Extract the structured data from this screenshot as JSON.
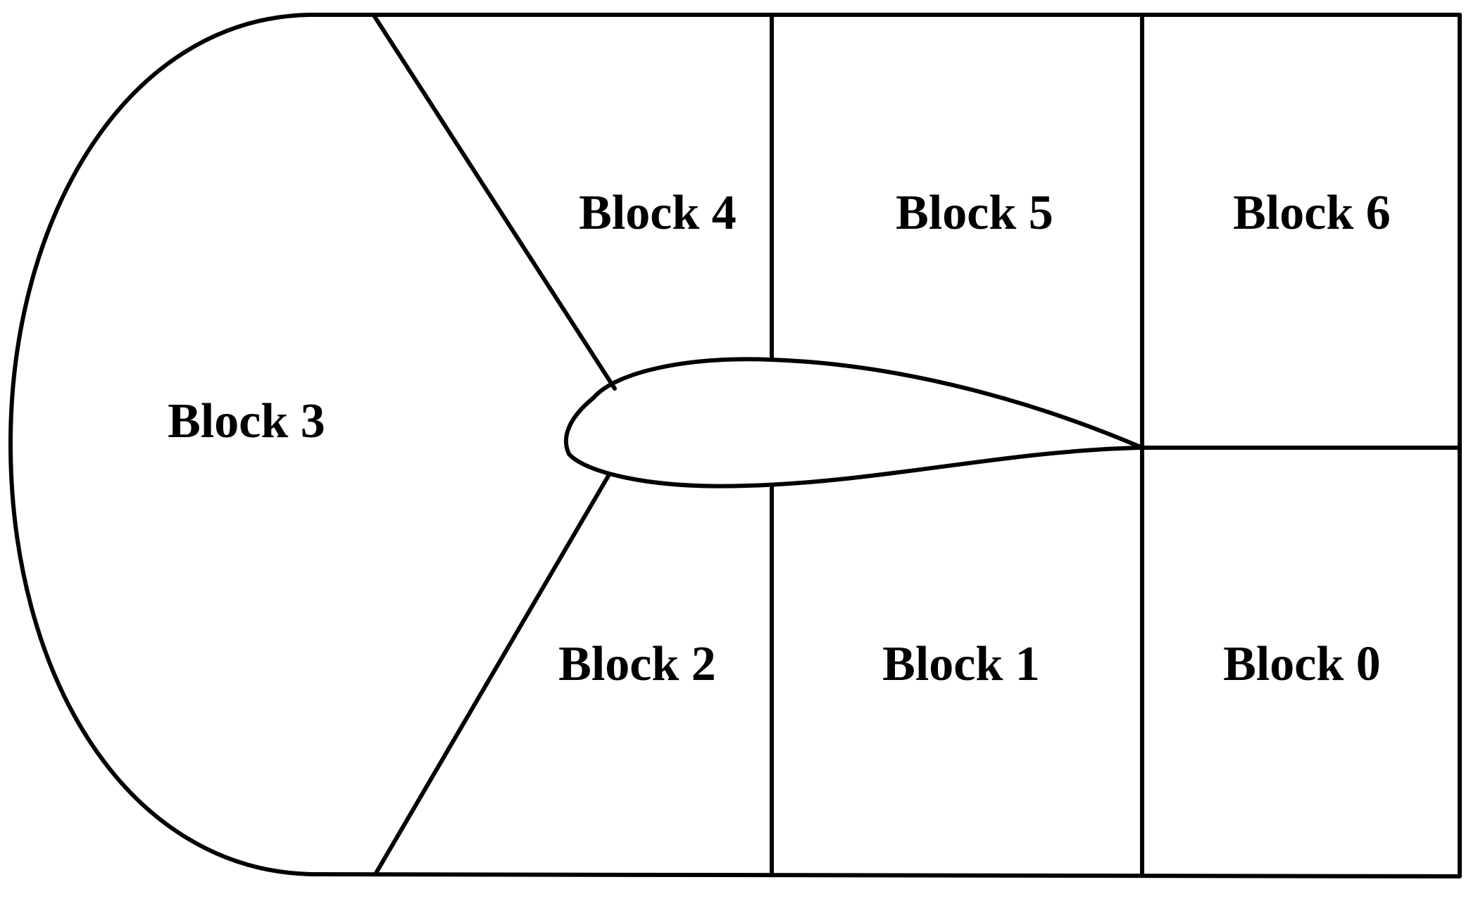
{
  "diagram": {
    "type": "multi-block mesh around airfoil",
    "line_color": "#000000",
    "background": "#ffffff",
    "blocks": [
      {
        "id": "block-0",
        "label": "Block 0"
      },
      {
        "id": "block-1",
        "label": "Block 1"
      },
      {
        "id": "block-2",
        "label": "Block 2"
      },
      {
        "id": "block-3",
        "label": "Block 3"
      },
      {
        "id": "block-4",
        "label": "Block 4"
      },
      {
        "id": "block-5",
        "label": "Block 5"
      },
      {
        "id": "block-6",
        "label": "Block 6"
      }
    ]
  }
}
